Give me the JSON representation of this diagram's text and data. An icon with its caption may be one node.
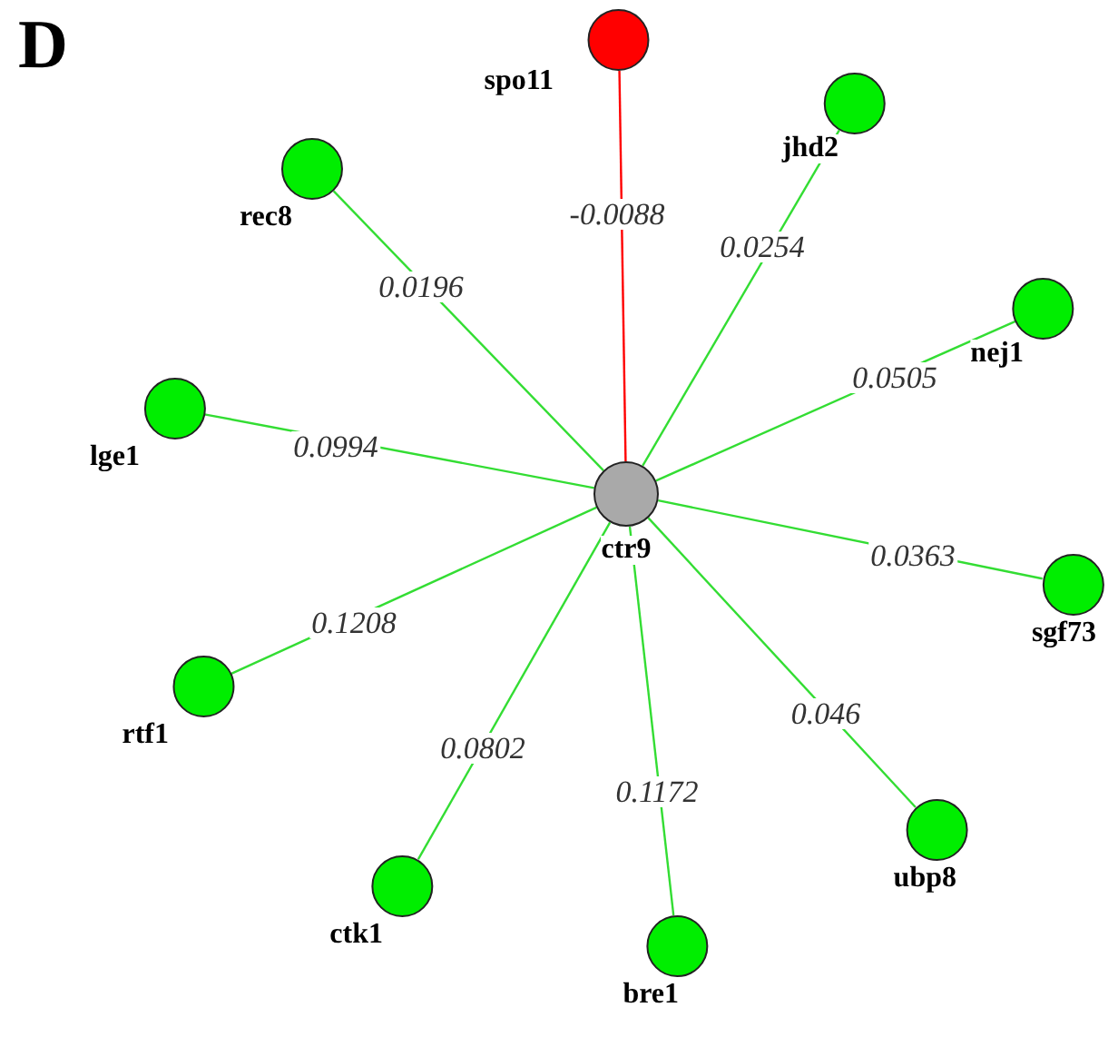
{
  "diagram": {
    "title": "D",
    "nodes": [
      {
        "text": [
          "ctr9"
        ]
      },
      {
        "text": [
          "spo11"
        ]
      },
      {
        "text": [
          "jhd2"
        ]
      },
      {
        "text": [
          "rec8"
        ]
      },
      {
        "text": [
          "nej1"
        ]
      },
      {
        "text": [
          "lge1"
        ]
      },
      {
        "text": [
          "sgf73"
        ]
      },
      {
        "text": [
          "rtf1"
        ]
      },
      {
        "text": [
          "ubp8"
        ]
      },
      {
        "text": [
          "ctk1"
        ]
      },
      {
        "text": [
          "bre1"
        ]
      }
    ],
    "edges": [
      {
        "from": 0,
        "to": 1,
        "arrow": "none",
        "label": "-0.0088",
        "color": "#ff0000"
      },
      {
        "from": 0,
        "to": 2,
        "arrow": "none",
        "label": "0.0254"
      },
      {
        "from": 0,
        "to": 3,
        "arrow": "none",
        "label": "0.0196"
      },
      {
        "from": 0,
        "to": 4,
        "arrow": "none",
        "label": "0.0505"
      },
      {
        "from": 0,
        "to": 5,
        "arrow": "none",
        "label": "0.0994"
      },
      {
        "from": 0,
        "to": 6,
        "arrow": "none",
        "label": "0.0363"
      },
      {
        "from": 0,
        "to": 7,
        "arrow": "none",
        "label": "0.1208"
      },
      {
        "from": 0,
        "to": 8,
        "arrow": "none",
        "label": "0.046"
      },
      {
        "from": 0,
        "to": 9,
        "arrow": "none",
        "label": "0.0802"
      },
      {
        "from": 0,
        "to": 10,
        "arrow": "none",
        "label": "0.1172"
      }
    ]
  }
}
